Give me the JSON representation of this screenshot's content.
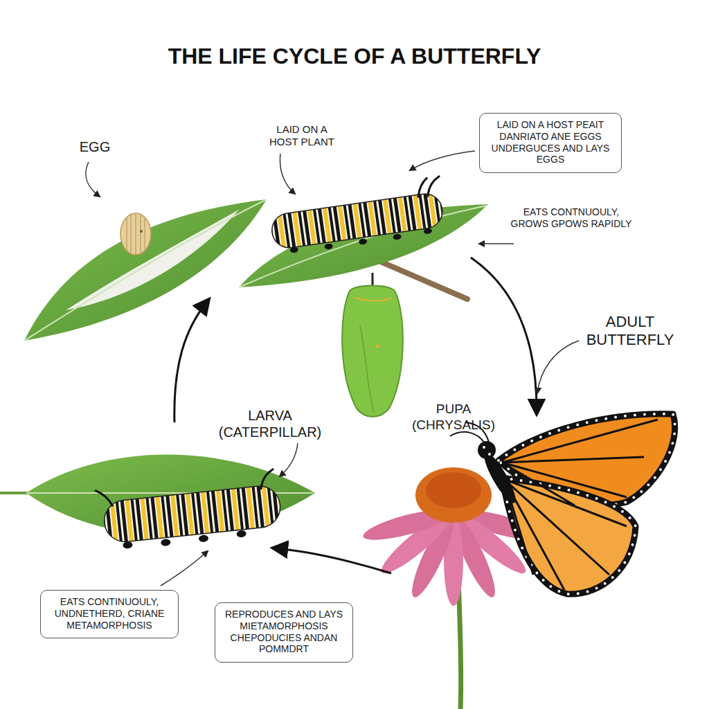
{
  "diagram": {
    "title": "THE LIFE CYCLE OF A BUTTERFLY",
    "nodes": [
      {
        "text": [
          "LAID ON A HOST PEAIT DANRIATO ANE EGGS UNDERGUCES AND LAYS EGGS"
        ]
      },
      {
        "text": [
          "EATS CONTINUOULY, UNDNETHERD, CRIANE METAMORPHOSIS"
        ]
      },
      {
        "text": [
          "REPRODUCES AND LAYS MIETAMORPHOSIS CHEPODUCIES ANDAN POMMDRT"
        ]
      }
    ],
    "labels": [
      "EGG",
      "LAID ON A HOST PLANT",
      "EATS CONTNUOULY, GROWS GPOWS RAPIDLY",
      "ADULT BUTTERFLY",
      "PUPA (CHRYSALIS)",
      "LARVA (CATERPILLAR)"
    ]
  }
}
